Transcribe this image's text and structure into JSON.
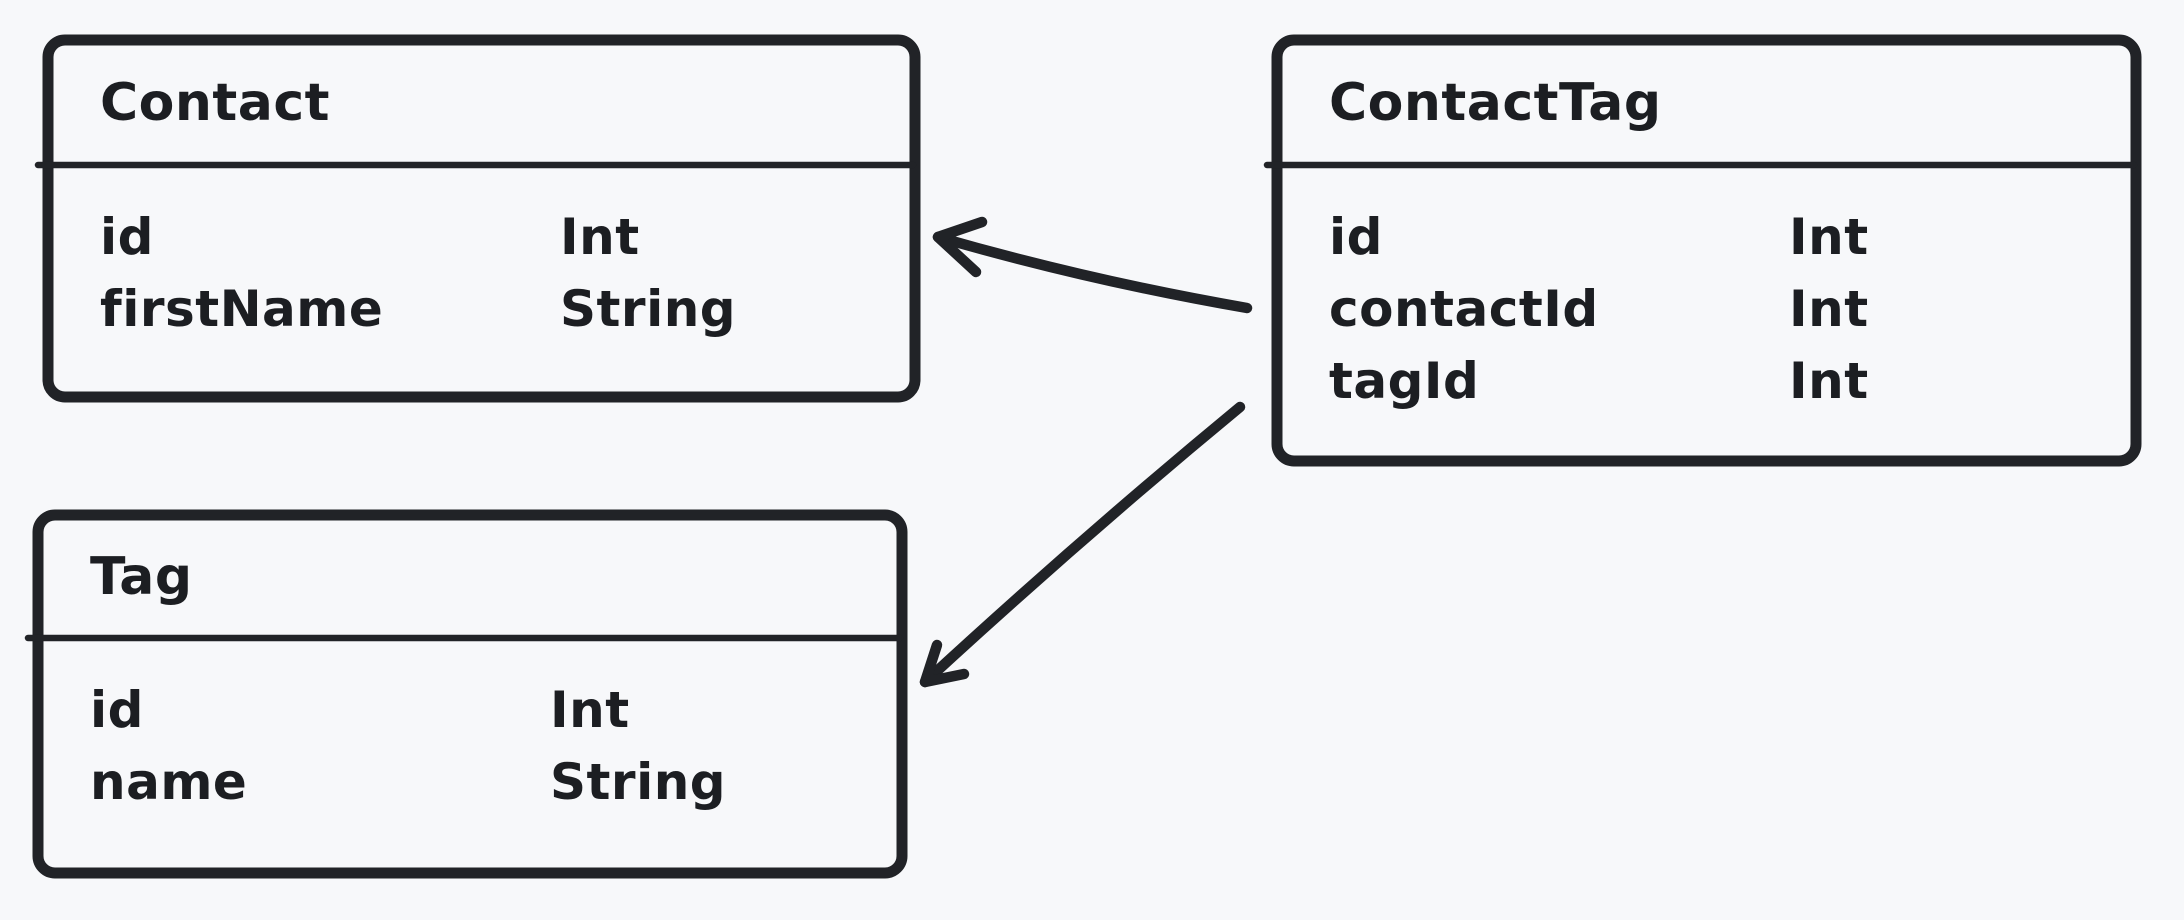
{
  "page": {
    "background_color": "#f7f8fa",
    "stroke_color": "#212327",
    "text_color": "#1c1e22"
  },
  "diagram": {
    "type": "entity-relationship",
    "style": "hand-drawn",
    "entities": [
      {
        "name": "Contact",
        "fields": [
          {
            "name": "id",
            "type": "Int"
          },
          {
            "name": "firstName",
            "type": "String"
          }
        ]
      },
      {
        "name": "ContactTag",
        "fields": [
          {
            "name": "id",
            "type": "Int"
          },
          {
            "name": "contactId",
            "type": "Int"
          },
          {
            "name": "tagId",
            "type": "Int"
          }
        ]
      },
      {
        "name": "Tag",
        "fields": [
          {
            "name": "id",
            "type": "Int"
          },
          {
            "name": "name",
            "type": "String"
          }
        ]
      }
    ],
    "relationships": [
      {
        "from": "ContactTag",
        "to": "Contact",
        "arrowhead": "at-target"
      },
      {
        "from": "ContactTag",
        "to": "Tag",
        "arrowhead": "at-target"
      }
    ]
  }
}
